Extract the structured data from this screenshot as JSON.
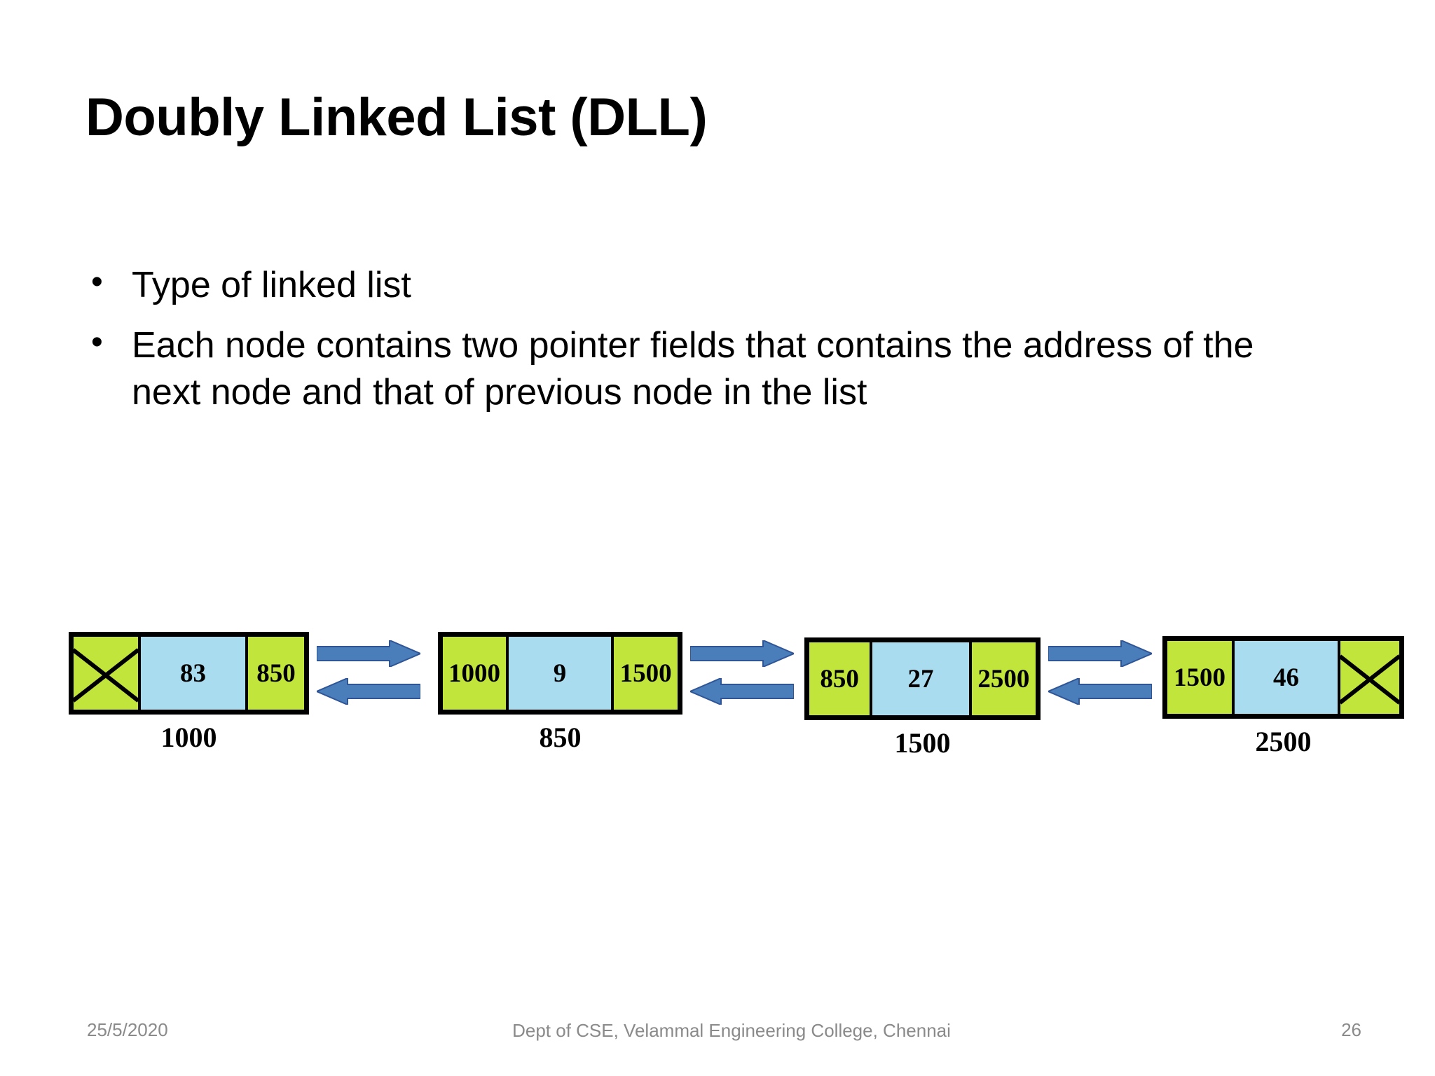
{
  "slide": {
    "title": "Doubly Linked List (DLL)",
    "bullet_marker": "•",
    "bullets": [
      "Type of linked list",
      "Each node contains two pointer fields that contains the address of the next node and that of previous node in the list"
    ]
  },
  "colors": {
    "pointer_cell": "#c2e53b",
    "data_cell": "#a9dcef",
    "node_border": "#000000",
    "arrow_fill": "#4a7ebb",
    "arrow_stroke": "#2f5597",
    "footer_text": "#8a8a8a",
    "background": "#ffffff"
  },
  "diagram": {
    "type": "doubly-linked-list",
    "null_symbol": "X",
    "nodes": [
      {
        "prev": "X",
        "prev_is_null": true,
        "data": "83",
        "next": "850",
        "next_is_null": false,
        "address": "1000"
      },
      {
        "prev": "1000",
        "prev_is_null": false,
        "data": "9",
        "next": "1500",
        "next_is_null": false,
        "address": "850"
      },
      {
        "prev": "850",
        "prev_is_null": false,
        "data": "27",
        "next": "2500",
        "next_is_null": false,
        "address": "1500"
      },
      {
        "prev": "1500",
        "prev_is_null": false,
        "data": "46",
        "next": "X",
        "next_is_null": true,
        "address": "2500"
      }
    ],
    "arrow_links": [
      {
        "from": "1000",
        "to": "850",
        "directions": [
          "right",
          "left"
        ]
      },
      {
        "from": "850",
        "to": "1500",
        "directions": [
          "right",
          "left"
        ]
      },
      {
        "from": "1500",
        "to": "2500",
        "directions": [
          "right",
          "left"
        ]
      }
    ]
  },
  "footer": {
    "date": "25/5/2020",
    "center": "Dept of CSE, Velammal Engineering College, Chennai",
    "page_number": "26"
  }
}
